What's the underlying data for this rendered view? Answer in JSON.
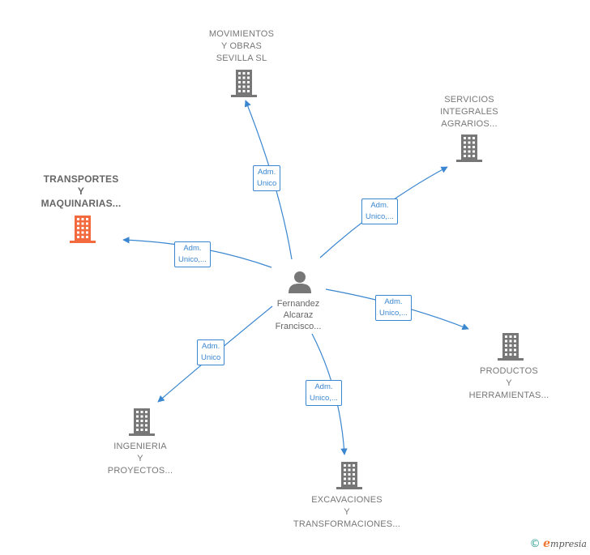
{
  "center": {
    "name": "Fernandez\nAlcaraz\nFrancisco...",
    "icon": "person-icon"
  },
  "nodes": [
    {
      "id": "movimientos",
      "label": "MOVIMIENTOS\nY OBRAS\nSEVILLA SL",
      "color": "#777777",
      "highlight": false,
      "edge_label": "Adm.\nUnico"
    },
    {
      "id": "servicios",
      "label": "SERVICIOS\nINTEGRALES\nAGRARIOS...",
      "color": "#777777",
      "highlight": false,
      "edge_label": "Adm.\nUnico,..."
    },
    {
      "id": "transportes",
      "label": "TRANSPORTES\nY\nMAQUINARIAS...",
      "color": "#f26a3d",
      "highlight": true,
      "edge_label": "Adm.\nUnico,..."
    },
    {
      "id": "productos",
      "label": "PRODUCTOS\nY\nHERRAMIENTAS...",
      "color": "#777777",
      "highlight": false,
      "edge_label": "Adm.\nUnico,..."
    },
    {
      "id": "ingenieria",
      "label": "INGENIERIA\nY\nPROYECTOS...",
      "color": "#777777",
      "highlight": false,
      "edge_label": "Adm.\nUnico"
    },
    {
      "id": "excavaciones",
      "label": "EXCAVACIONES\nY\nTRANSFORMACIONES...",
      "color": "#777777",
      "highlight": false,
      "edge_label": "Adm.\nUnico,..."
    }
  ],
  "colors": {
    "edge": "#3a86d0",
    "building": "#777777",
    "highlight": "#f26a3d"
  },
  "footer": {
    "copyright": "©",
    "brand_initial": "e",
    "brand_rest": "mpresia"
  }
}
